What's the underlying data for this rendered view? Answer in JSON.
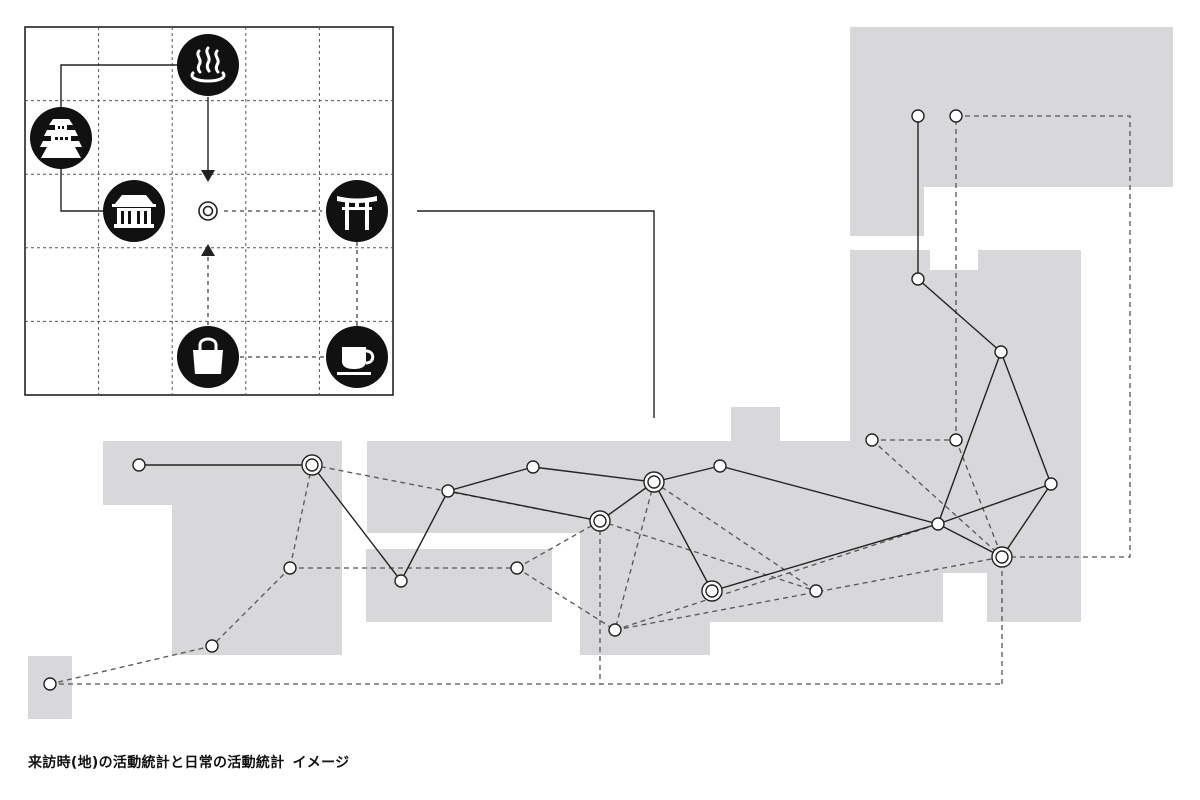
{
  "caption": {
    "main": "来訪時(地)の活動統計と日常の活動統計",
    "suffix": "イメージ"
  },
  "colors": {
    "land": "#d8d8db",
    "line": "#222222",
    "node_fill": "#ffffff",
    "icon_bg": "#111111",
    "icon_fg": "#ffffff"
  },
  "inset": {
    "icons": [
      {
        "name": "hot-spring-icon"
      },
      {
        "name": "castle-icon"
      },
      {
        "name": "temple-icon"
      },
      {
        "name": "shrine-torii-icon"
      },
      {
        "name": "shopping-bag-icon"
      },
      {
        "name": "coffee-cup-icon"
      }
    ],
    "center": {
      "name": "current-location"
    }
  }
}
